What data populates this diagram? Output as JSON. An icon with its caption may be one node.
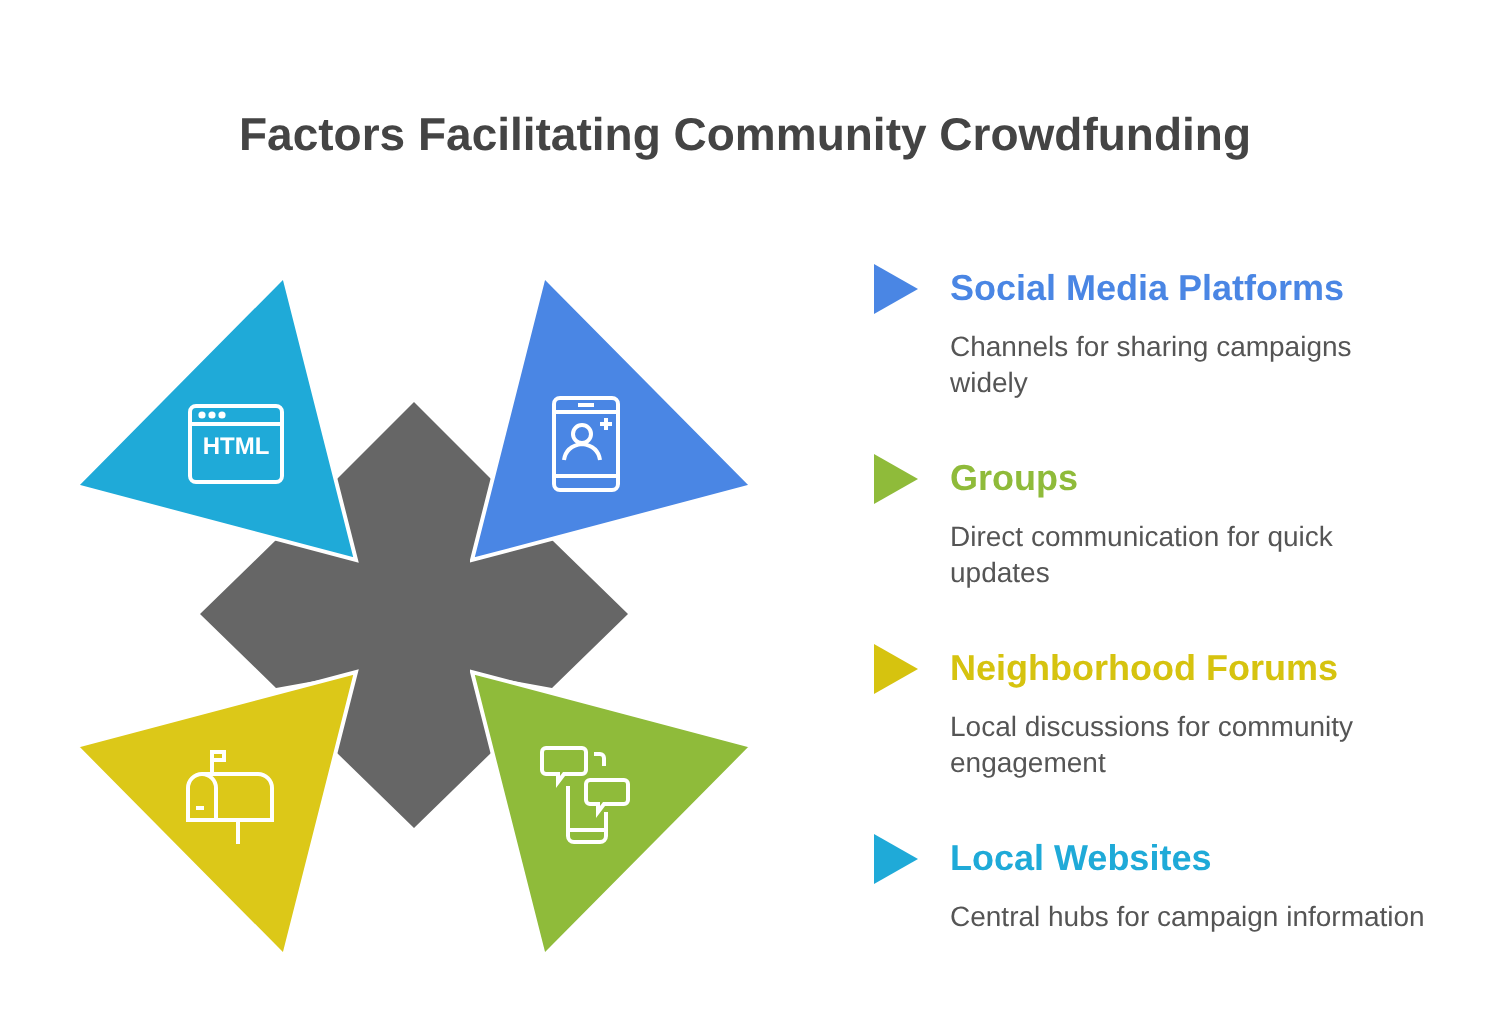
{
  "diagram": {
    "title": "Factors Facilitating Community Crowdfunding",
    "nodes": [
      {
        "text": [],
        "shape": "cross"
      },
      {
        "text": [],
        "shape": "triangle"
      },
      {
        "text": [],
        "shape": "triangle"
      },
      {
        "text": [],
        "shape": "triangle"
      },
      {
        "text": [],
        "shape": "triangle"
      }
    ],
    "labels": [
      "HTML",
      "Social Media Platforms",
      "Channels for sharing campaigns widely",
      "Groups",
      "Direct communication for quick updates",
      "Neighborhood Forums",
      "Local discussions for community engagement",
      "Local Websites",
      "Central hubs for campaign information"
    ]
  }
}
